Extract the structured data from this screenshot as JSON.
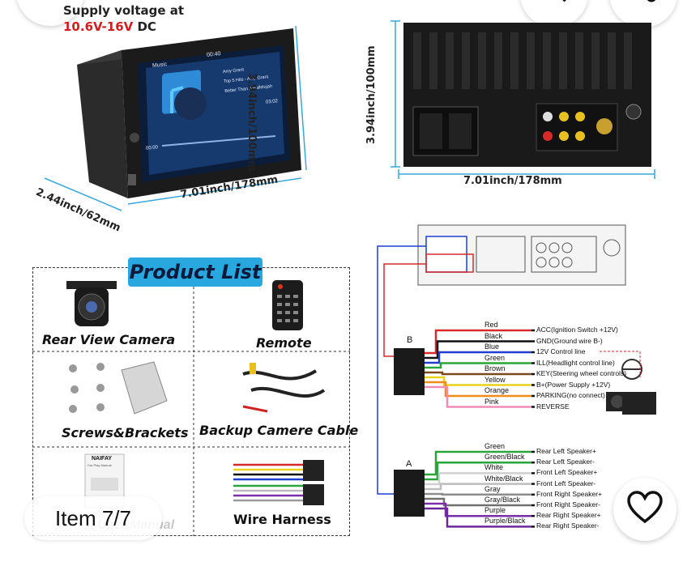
{
  "supply": {
    "line1": "Supply voltage at",
    "voltage": "10.6V-16V",
    "dc": " DC"
  },
  "dims": {
    "height_front": "3.94inch/100mm",
    "width_front": "7.01inch/178mm",
    "depth_front": "2.44inch/62mm",
    "height_back": "3.94inch/100mm",
    "width_back": "7.01inch/178mm"
  },
  "screen": {
    "app_label": "Music",
    "clock": "00:40",
    "time_elapsed": "00:00",
    "time_total": "03:02",
    "playlist": [
      "Amy Grant",
      "Top 5 Hits - Amy Grant",
      "Better Than A Hallelujah"
    ]
  },
  "product_list": {
    "title": "Product List",
    "items": [
      "Rear View Camera",
      "Remote",
      "Screws&Brackets",
      "Backup Camere Cable",
      "",
      "Wire Harness"
    ],
    "manual_title": "NAIFAY",
    "manual_sub": "Car Play Manual",
    "manual_overlay": "User Manual"
  },
  "wiring": {
    "connector_b": "B",
    "connector_a": "A",
    "b_wires": [
      {
        "color_name": "Red",
        "hex": "#d62b2b",
        "function": "ACC(Ignition Switch +12V)"
      },
      {
        "color_name": "Black",
        "hex": "#111111",
        "function": "GND(Ground wire B-)"
      },
      {
        "color_name": "Blue",
        "hex": "#1f3fd1",
        "function": "12V Control line"
      },
      {
        "color_name": "Green",
        "hex": "#2aa53a",
        "function": "ILL(Headlight control line)"
      },
      {
        "color_name": "Brown",
        "hex": "#7a4a1c",
        "function": "KEY(Steering wheel controls)"
      },
      {
        "color_name": "Yellow",
        "hex": "#e8d21a",
        "function": "B+(Power Supply +12V)"
      },
      {
        "color_name": "Orange",
        "hex": "#f08a1c",
        "function": "PARKING(no connect)"
      },
      {
        "color_name": "Pink",
        "hex": "#f08cb8",
        "function": "REVERSE"
      }
    ],
    "a_wires": [
      {
        "color_name": "Green",
        "hex": "#2aa53a",
        "function": "Rear Left Speaker+"
      },
      {
        "color_name": "Green/Black",
        "hex": "#2aa53a",
        "function": "Rear Left Speaker-"
      },
      {
        "color_name": "White",
        "hex": "#cfcfcf",
        "function": "Front Left Speaker+"
      },
      {
        "color_name": "White/Black",
        "hex": "#bdbdbd",
        "function": "Front Left Speaker-"
      },
      {
        "color_name": "Gray",
        "hex": "#8c8c8c",
        "function": "Front Right Speaker+"
      },
      {
        "color_name": "Gray/Black",
        "hex": "#707070",
        "function": "Front Right Speaker-"
      },
      {
        "color_name": "Purple",
        "hex": "#7a2fa8",
        "function": "Rear Right Speaker+"
      },
      {
        "color_name": "Purple/Black",
        "hex": "#6a2898",
        "function": "Rear Right Speaker-"
      }
    ]
  },
  "gallery": {
    "counter": "Item 7/7"
  },
  "icons": {
    "search": "search-icon",
    "share": "share-icon",
    "heart": "heart-icon"
  },
  "colors": {
    "accent_blue": "#29a8df",
    "dim_line": "#3aa7d8",
    "voltage_red": "#d21e1e"
  }
}
